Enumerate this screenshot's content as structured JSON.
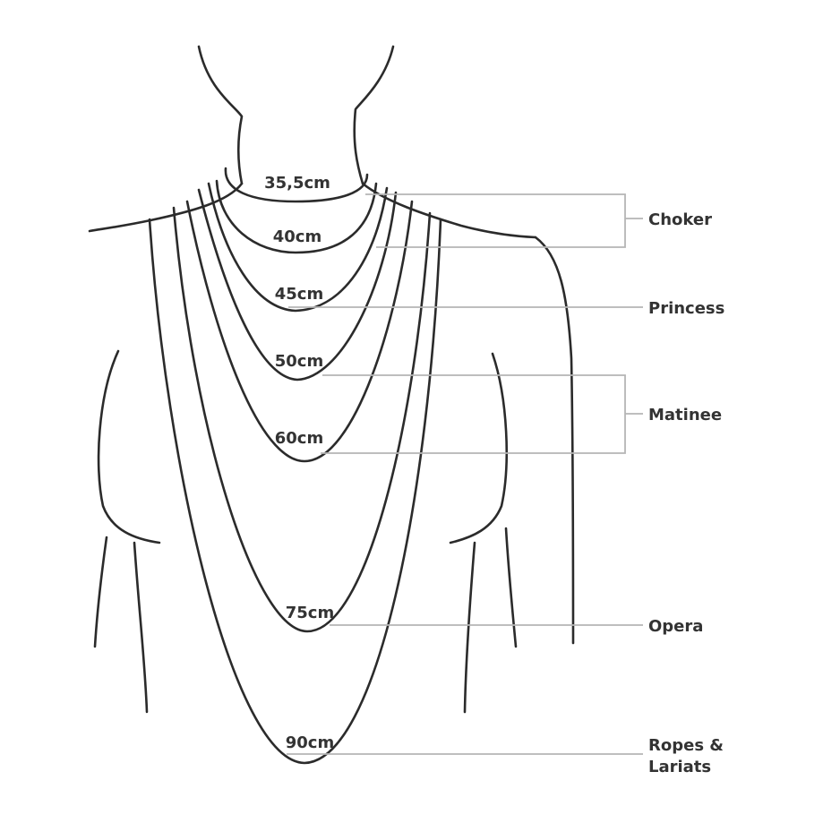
{
  "colors": {
    "line": "#2b2b2b",
    "leader": "#b5b5b5",
    "text": "#333333",
    "background": "#ffffff"
  },
  "lengths": [
    {
      "id": "35-5",
      "label": "35,5cm"
    },
    {
      "id": "40",
      "label": "40cm"
    },
    {
      "id": "45",
      "label": "45cm"
    },
    {
      "id": "50",
      "label": "50cm"
    },
    {
      "id": "60",
      "label": "60cm"
    },
    {
      "id": "75",
      "label": "75cm"
    },
    {
      "id": "90",
      "label": "90cm"
    }
  ],
  "categories": [
    {
      "id": "choker",
      "lines": [
        "Choker"
      ]
    },
    {
      "id": "princess",
      "lines": [
        "Princess"
      ]
    },
    {
      "id": "matinee",
      "lines": [
        "Matinee"
      ]
    },
    {
      "id": "opera",
      "lines": [
        "Opera"
      ]
    },
    {
      "id": "ropes",
      "lines": [
        "Ropes &",
        "Lariats"
      ]
    }
  ]
}
